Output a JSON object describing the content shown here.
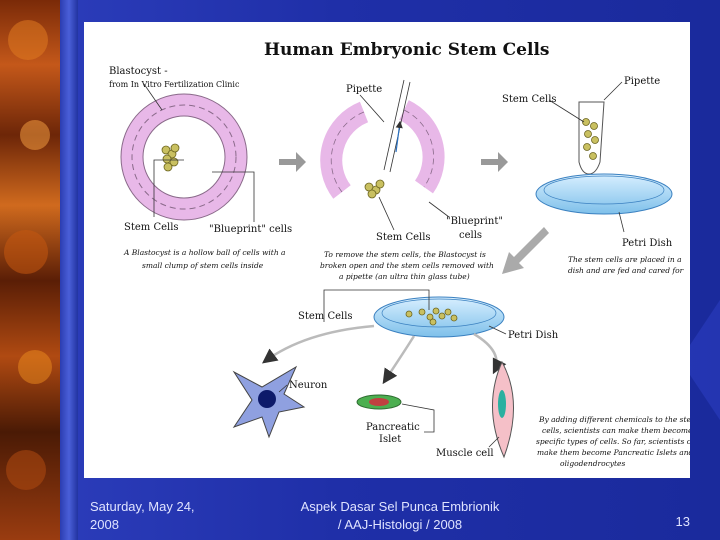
{
  "slide": {
    "figure_title": "Human Embryonic Stem Cells",
    "labels": {
      "blastocyst_line1": "Blastocyst -",
      "blastocyst_line2": "from In Vitro Fertilization Clinic",
      "stem_cells_1": "Stem Cells",
      "blueprint_1": "\"Blueprint\" cells",
      "pipette_1": "Pipette",
      "blueprint_2a": "\"Blueprint\"",
      "blueprint_2b": "cells",
      "stem_cells_2": "Stem Cells",
      "stem_cells_3": "Stem Cells",
      "pipette_2": "Pipette",
      "petri_1": "Petri Dish",
      "stem_cells_4": "Stem Cells",
      "petri_2": "Petri Dish",
      "neuron": "Neuron",
      "pancreatic_1": "Pancreatic",
      "pancreatic_2": "Islet",
      "muscle": "Muscle cell"
    },
    "captions": {
      "c1_line1": "A Blastocyst is a hollow ball of cells with a",
      "c1_line2": "small clump of stem cells inside",
      "c2_line1": "To remove the stem cells, the Blastocyst is",
      "c2_line2": "broken open and the stem cells removed with",
      "c2_line3": "a pipette (an ultra thin glass tube)",
      "c3_line1": "The stem cells are placed in a",
      "c3_line2": "dish and are fed and cared for",
      "c4_line1": "By adding different chemicals to the stem",
      "c4_line2": "cells, scientists can make them become",
      "c4_line3": "specific types of cells. So far, scientists can",
      "c4_line4": "make them become Pancreatic Islets and",
      "c4_line5": "oligodendrocytes"
    },
    "footer": {
      "date_line1": "Saturday, May 24,",
      "date_line2": "2008",
      "course_line1": "Aspek Dasar Sel Punca Embrionik",
      "course_line2": "/ AAJ-Histologi / 2008",
      "page_number": "13"
    },
    "colors": {
      "background_blue": "#1a2a9c",
      "cell_pink": "#f0d0ef",
      "stem_cell_yellow": "#c9c060",
      "dish_blue": "#b8ddf5",
      "neuron_blue": "#8fa0e0",
      "pancreatic_green": "#4caf50",
      "muscle_pink": "#f5c0c8"
    }
  }
}
